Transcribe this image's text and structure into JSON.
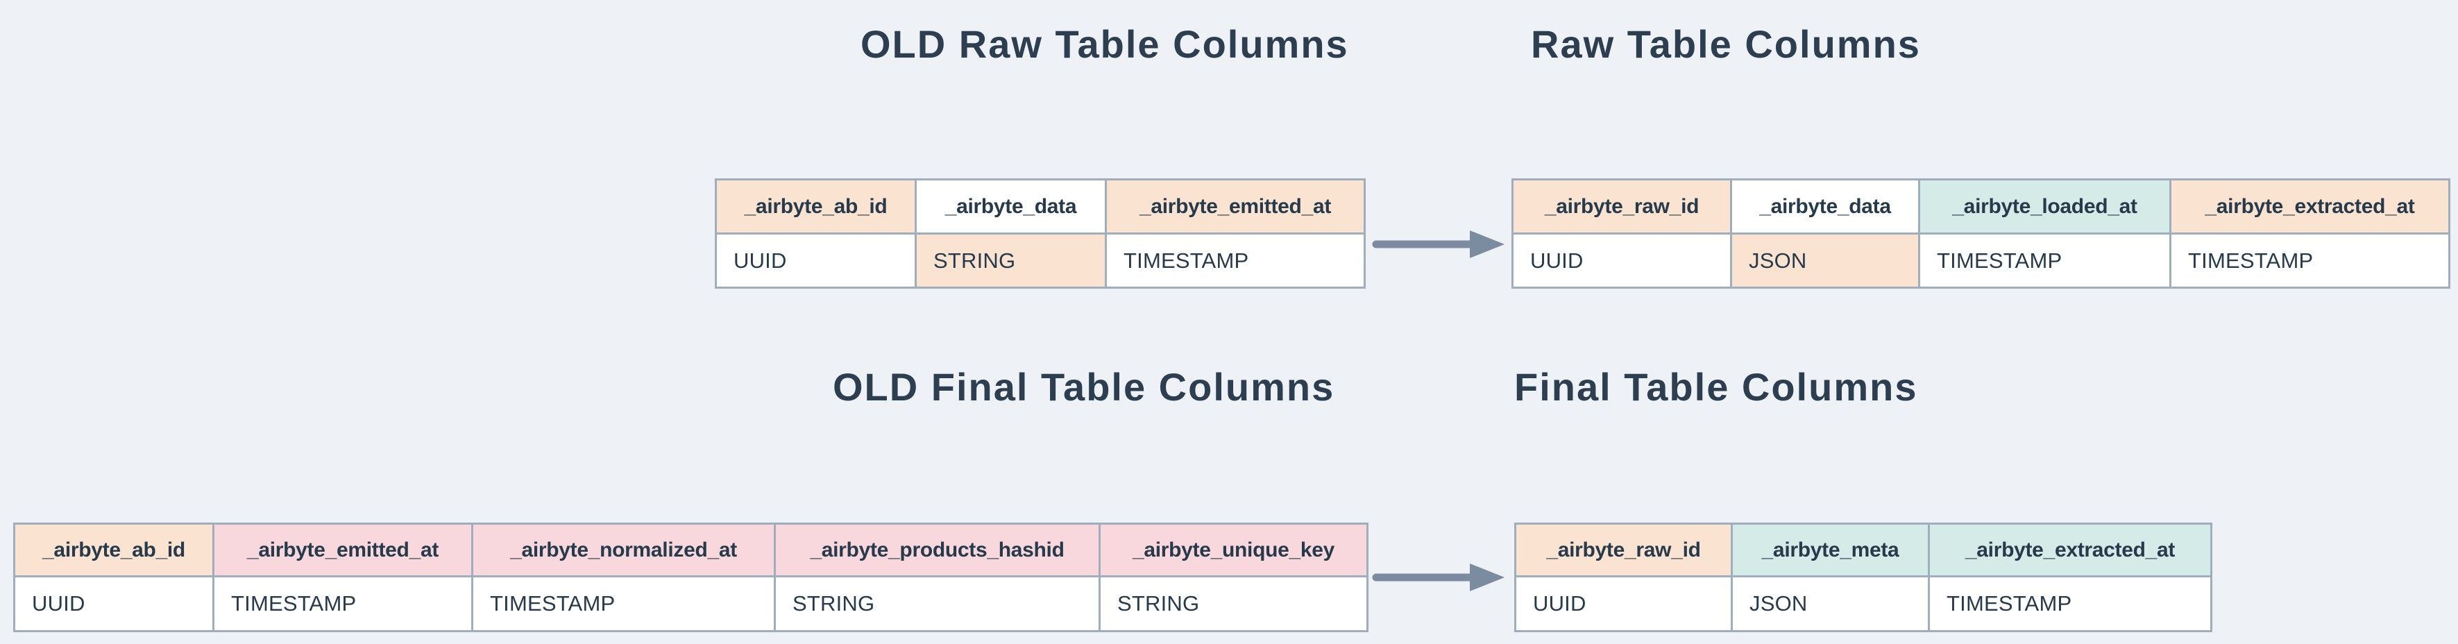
{
  "colors": {
    "background": "#eef2f6",
    "table_border": "#9eaebd",
    "text": "#263a4b",
    "title_text": "#2c3e50",
    "arrow": "#7b8ca0",
    "peach": "#fae4d1",
    "pink": "#f8d8dc",
    "teal": "#d4ebe8",
    "white": "#ffffff"
  },
  "titles": {
    "old_raw": "OLD Raw Table Columns",
    "new_raw": "Raw Table Columns",
    "old_final": "OLD Final Table Columns",
    "new_final": "Final Table Columns"
  },
  "arrows": [
    {
      "name": "raw-migration-arrow",
      "direction": "right"
    },
    {
      "name": "final-migration-arrow",
      "direction": "right"
    }
  ],
  "tables": {
    "old_raw": {
      "columns": [
        {
          "name": "_airbyte_ab_id",
          "type": "UUID",
          "header_bg": "peach",
          "type_bg": "white"
        },
        {
          "name": "_airbyte_data",
          "type": "STRING",
          "header_bg": "white",
          "type_bg": "peach"
        },
        {
          "name": "_airbyte_emitted_at",
          "type": "TIMESTAMP",
          "header_bg": "peach",
          "type_bg": "white"
        }
      ]
    },
    "new_raw": {
      "columns": [
        {
          "name": "_airbyte_raw_id",
          "type": "UUID",
          "header_bg": "peach",
          "type_bg": "white"
        },
        {
          "name": "_airbyte_data",
          "type": "JSON",
          "header_bg": "white",
          "type_bg": "peach"
        },
        {
          "name": "_airbyte_loaded_at",
          "type": "TIMESTAMP",
          "header_bg": "teal",
          "type_bg": "white"
        },
        {
          "name": "_airbyte_extracted_at",
          "type": "TIMESTAMP",
          "header_bg": "peach",
          "type_bg": "white"
        }
      ]
    },
    "old_final": {
      "columns": [
        {
          "name": "_airbyte_ab_id",
          "type": "UUID",
          "header_bg": "peach",
          "type_bg": "white"
        },
        {
          "name": "_airbyte_emitted_at",
          "type": "TIMESTAMP",
          "header_bg": "pink",
          "type_bg": "white"
        },
        {
          "name": "_airbyte_normalized_at",
          "type": "TIMESTAMP",
          "header_bg": "pink",
          "type_bg": "white"
        },
        {
          "name": "_airbyte_products_hashid",
          "type": "STRING",
          "header_bg": "pink",
          "type_bg": "white"
        },
        {
          "name": "_airbyte_unique_key",
          "type": "STRING",
          "header_bg": "pink",
          "type_bg": "white"
        }
      ]
    },
    "new_final": {
      "columns": [
        {
          "name": "_airbyte_raw_id",
          "type": "UUID",
          "header_bg": "peach",
          "type_bg": "white"
        },
        {
          "name": "_airbyte_meta",
          "type": "JSON",
          "header_bg": "teal",
          "type_bg": "white"
        },
        {
          "name": "_airbyte_extracted_at",
          "type": "TIMESTAMP",
          "header_bg": "teal",
          "type_bg": "white"
        }
      ]
    }
  }
}
